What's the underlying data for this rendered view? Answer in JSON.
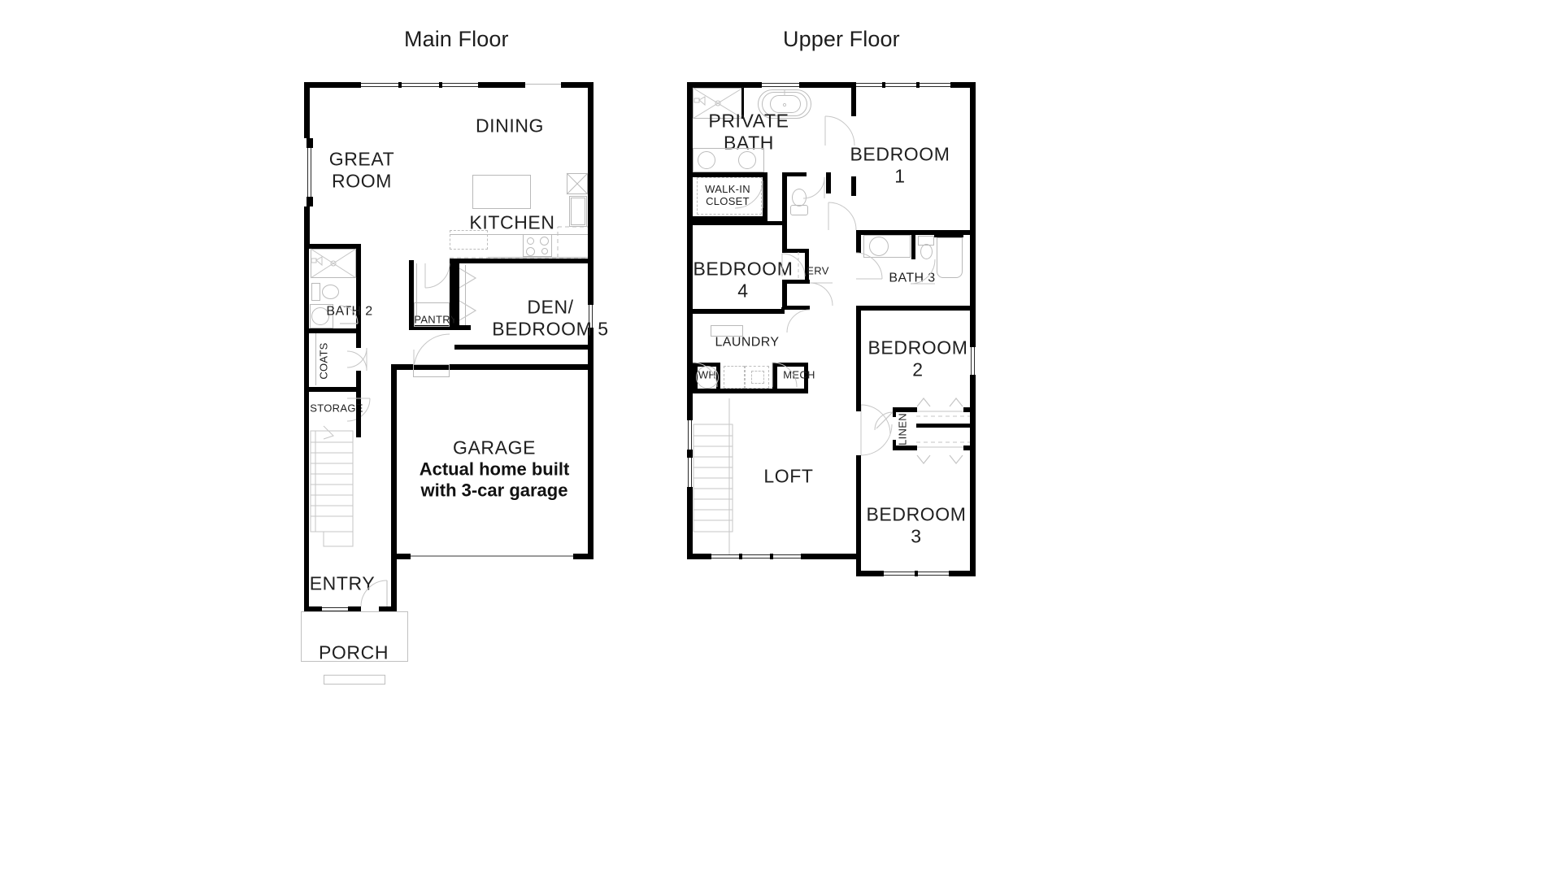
{
  "page": {
    "background": "#ffffff",
    "wall_color": "#000000",
    "line_color": "#b9b9b9",
    "text_color": "#1f1f1f"
  },
  "floors": [
    {
      "id": "main-floor",
      "title": "Main Floor",
      "rooms": [
        {
          "name": "great-room",
          "label": "GREAT\nROOM"
        },
        {
          "name": "dining",
          "label": "DINING"
        },
        {
          "name": "kitchen",
          "label": "KITCHEN"
        },
        {
          "name": "bath-2",
          "label": "BATH 2"
        },
        {
          "name": "coats",
          "label": "COATS"
        },
        {
          "name": "storage",
          "label": "STORAGE"
        },
        {
          "name": "pantry",
          "label": "PANTRY"
        },
        {
          "name": "den-bedroom-5",
          "label": "DEN/\nBEDROOM 5"
        },
        {
          "name": "garage",
          "label": "GARAGE"
        },
        {
          "name": "entry",
          "label": "ENTRY"
        },
        {
          "name": "porch",
          "label": "PORCH"
        }
      ],
      "notes": [
        {
          "name": "garage-note",
          "label": "Actual home built\nwith 3-car garage"
        }
      ]
    },
    {
      "id": "upper-floor",
      "title": "Upper Floor",
      "rooms": [
        {
          "name": "private-bath",
          "label": "PRIVATE\nBATH"
        },
        {
          "name": "walk-in-closet",
          "label": "WALK-IN\nCLOSET"
        },
        {
          "name": "bedroom-1",
          "label": "BEDROOM\n1"
        },
        {
          "name": "bedroom-4",
          "label": "BEDROOM\n4"
        },
        {
          "name": "erv",
          "label": "ERV"
        },
        {
          "name": "bath-3",
          "label": "BATH 3"
        },
        {
          "name": "bedroom-2",
          "label": "BEDROOM\n2"
        },
        {
          "name": "laundry",
          "label": "LAUNDRY"
        },
        {
          "name": "water-heater",
          "label": "WH"
        },
        {
          "name": "mech",
          "label": "MECH"
        },
        {
          "name": "loft",
          "label": "LOFT"
        },
        {
          "name": "linen",
          "label": "LINEN"
        },
        {
          "name": "bedroom-3",
          "label": "BEDROOM\n3"
        }
      ],
      "notes": []
    }
  ]
}
